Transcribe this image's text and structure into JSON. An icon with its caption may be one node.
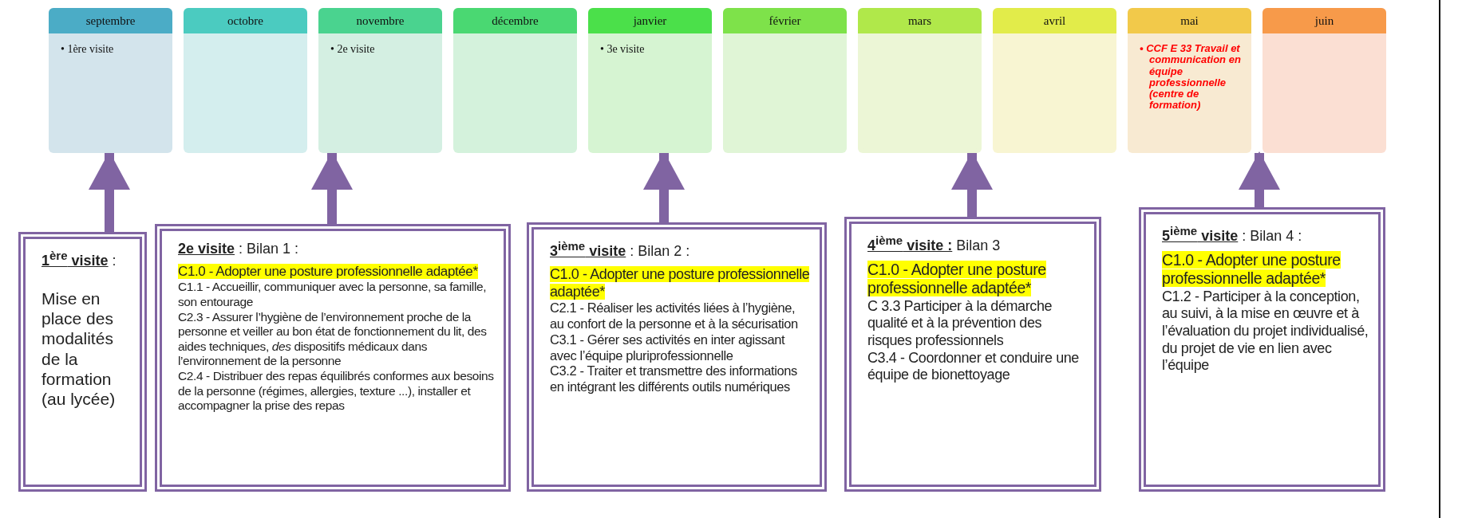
{
  "diagram": {
    "nodes": [
      {
        "text": [
          "septembre",
          "• 1ère visite"
        ]
      },
      {
        "text": [
          "octobre"
        ]
      },
      {
        "text": [
          "novembre",
          "• 2e visite"
        ]
      },
      {
        "text": [
          "décembre"
        ]
      },
      {
        "text": [
          "janvier",
          "• 3e visite"
        ]
      },
      {
        "text": [
          "février"
        ]
      },
      {
        "text": [
          "mars"
        ]
      },
      {
        "text": [
          "avril"
        ]
      },
      {
        "text": [
          "mai",
          "• CCF E 33 Travail et communication en équipe professionnelle (centre de formation)"
        ]
      },
      {
        "text": [
          "juin"
        ]
      },
      {
        "text": [
          "**1$^{ère}$ visite** :",
          "Mise en place des modalités de la formation (au lycée)"
        ]
      },
      {
        "text": [
          "**2e visite** : Bilan 1 :",
          "C1.0 - Adopter une posture professionnelle adaptée*",
          "C1.1 - Accueillir, communiquer avec la personne, sa famille, son entourage",
          "C2.3 - Assurer l’hygiène de l’environnement proche de la personne et veiller au bon état de fonctionnement du lit, des aides techniques, *des* dispositifs médicaux dans l’environnement de la personne",
          "C2.4 - Distribuer des repas équilibrés conformes aux besoins de la personne (régimes, allergies, texture ...), installer et accompagner la prise des repas"
        ]
      },
      {
        "text": [
          "**3$^{ième}$ visite** : Bilan 2 :",
          "C1.0 - Adopter une posture professionnelle adaptée*",
          "C2.1 - Réaliser les activités liées à l’hygiène, au confort de la personne et à la sécurisation",
          "C3.1 - Gérer ses activités en inter agissant avec l’équipe pluriprofessionnelle",
          "C3.2 - Traiter et transmettre des informations en intégrant les différents outils numériques"
        ]
      },
      {
        "text": [
          "**4$^{ième}$ visite :** Bilan 3",
          "C1.0 - Adopter une posture professionnelle adaptée*",
          "C 3.3 Participer à la démarche qualité et à la prévention des risques professionnels",
          "C3.4 - Coordonner et conduire une équipe de bionettoyage"
        ]
      },
      {
        "text": [
          "**5$^{ième}$ visite** : Bilan 4 :",
          "C1.0 - Adopter une posture professionnelle adaptée*",
          "C1.2 - Participer à la conception, au suivi, à la mise en œuvre et à l’évaluation du projet individualisé, du projet de vie en lien avec l’équipe"
        ]
      }
    ],
    "edges": [
      {
        "from": 10,
        "to": 0,
        "arrow": "to"
      },
      {
        "from": 11,
        "to": 2,
        "arrow": "to"
      },
      {
        "from": 12,
        "to": 4,
        "arrow": "to"
      },
      {
        "from": 13,
        "to": 6,
        "arrow": "to"
      },
      {
        "from": 14,
        "to": 9,
        "arrow": "to"
      }
    ]
  }
}
